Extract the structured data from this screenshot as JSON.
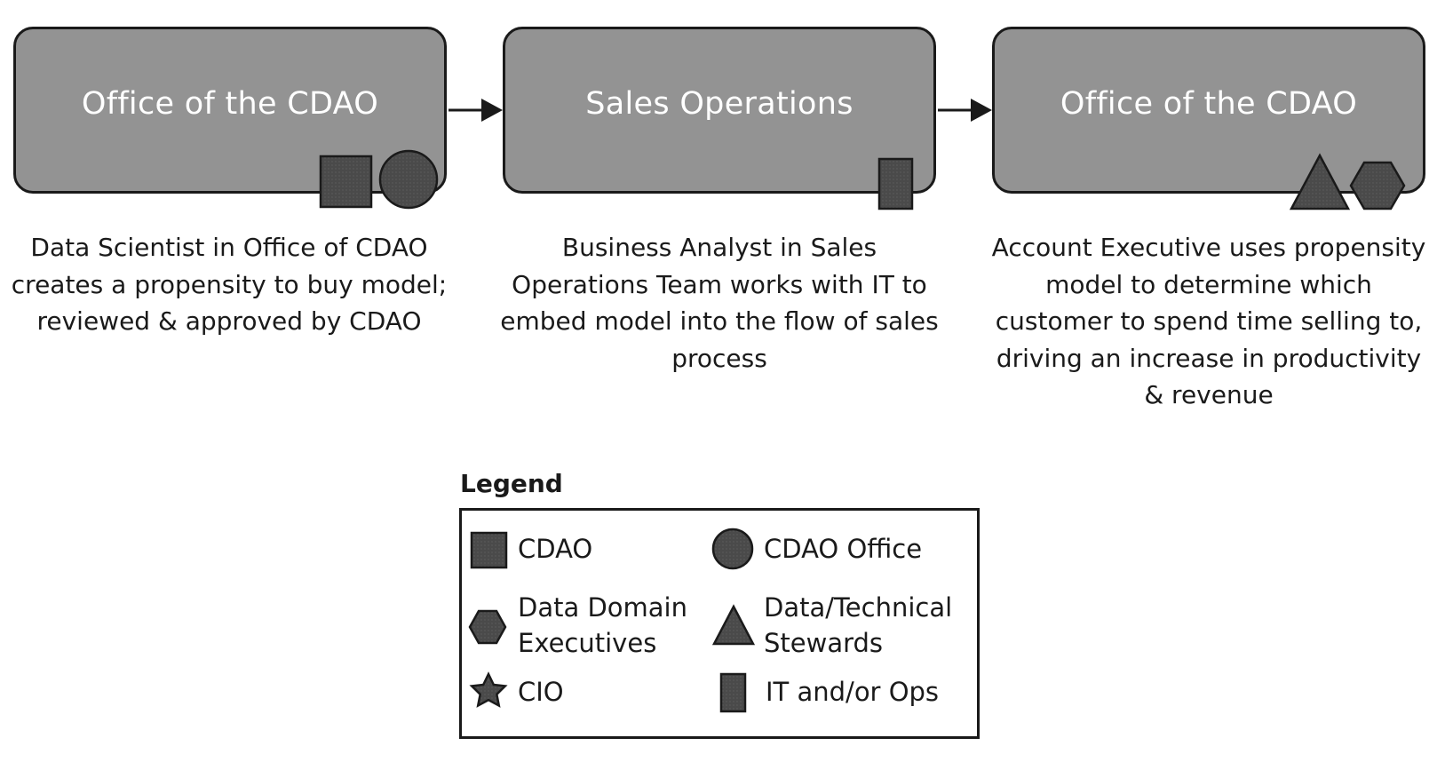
{
  "steps": [
    {
      "title": "Office of the CDAO",
      "description": "Data Scientist in Office of CDAO creates a propensity to buy model; reviewed & approved by CDAO",
      "icons": [
        "square-icon",
        "circle-icon"
      ]
    },
    {
      "title": "Sales Operations",
      "description": "Business Analyst in Sales Operations Team works with IT to embed model into the flow of sales process",
      "icons": [
        "rectangle-icon"
      ]
    },
    {
      "title": "Office of the CDAO",
      "description": "Account Executive uses propensity model to determine which customer to spend time selling to, driving an increase in productivity & revenue",
      "icons": [
        "triangle-icon",
        "hexagon-icon"
      ]
    }
  ],
  "legend": {
    "heading": "Legend",
    "items": [
      {
        "label": "CDAO",
        "icon": "square-icon"
      },
      {
        "label": "CDAO Office",
        "icon": "circle-icon"
      },
      {
        "label": "Data Domain\nExecutives",
        "icon": "hexagon-icon"
      },
      {
        "label": "Data/Technical\nStewards",
        "icon": "triangle-icon"
      },
      {
        "label": "CIO",
        "icon": "star-icon"
      },
      {
        "label": "IT and/or Ops",
        "icon": "rectangle-icon"
      }
    ]
  },
  "colors": {
    "box_fill": "#939393",
    "shape_fill": "#4a4a4a",
    "stroke": "#1a1a1a",
    "title_text": "#ffffff"
  }
}
